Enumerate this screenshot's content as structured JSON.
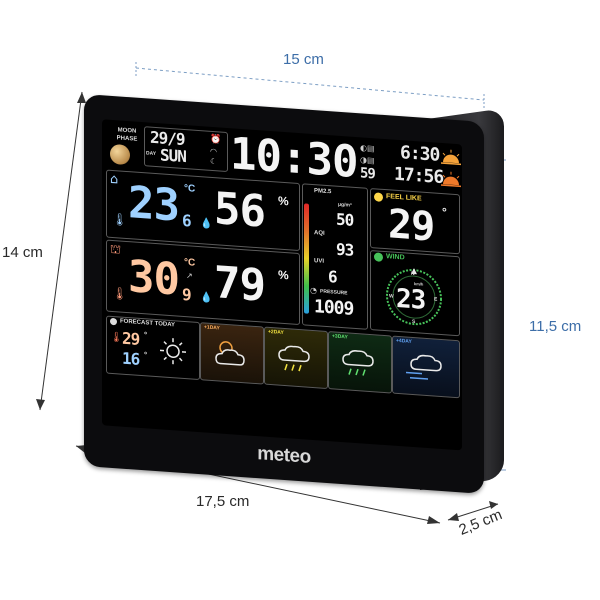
{
  "dimensions": {
    "top_width": "15 cm",
    "height": "14 cm",
    "right_height": "11,5 cm",
    "bottom_width": "17,5 cm",
    "depth": "2,5 cm"
  },
  "brand": "meteo",
  "display": {
    "moon_phase_label": "MOON PHASE",
    "date": "29/9",
    "day_label": "DAY",
    "weekday": "SUN",
    "time": "10:30",
    "seconds": "59",
    "sunrise": "6:30",
    "sunset": "17:56",
    "indoor_temp": "23",
    "indoor_temp_dec": "6",
    "indoor_temp_unit": "°C",
    "indoor_humidity": "56",
    "humidity_unit": "%",
    "outdoor_temp": "30",
    "outdoor_temp_dec": "9",
    "outdoor_temp_unit": "°C",
    "outdoor_humidity": "79",
    "pm25_label": "PM2.5",
    "pm_unit": "μg/m³",
    "pm25_value": "50",
    "aqi_label": "AQI",
    "aqi_value": "93",
    "uvi_label": "UVI",
    "uvi_value": "6",
    "pressure_label": "PRESSURE",
    "pressure_value": "1009",
    "feels_like_label": "FEEL LIKE",
    "feels_like_value": "29",
    "feels_like_unit": "°",
    "wind_label": "WIND",
    "wind_unit": "km/h",
    "wind_value": "23",
    "compass": {
      "n": "N",
      "e": "E",
      "s": "S",
      "w": "W"
    },
    "forecast_label": "FORECAST TODAY",
    "forecast_high": "29",
    "forecast_low": "16",
    "forecast_unit": "°",
    "forecast_days": [
      "+1DAY",
      "+2DAY",
      "+3DAY",
      "+4DAY"
    ]
  },
  "colors": {
    "indoor_blue": "#9fd1ff",
    "outdoor_orange": "#ffc8a2",
    "label_yellow": "#ffd84a",
    "wind_green": "#47c25a",
    "dim_blue": "#3d6ea8"
  }
}
